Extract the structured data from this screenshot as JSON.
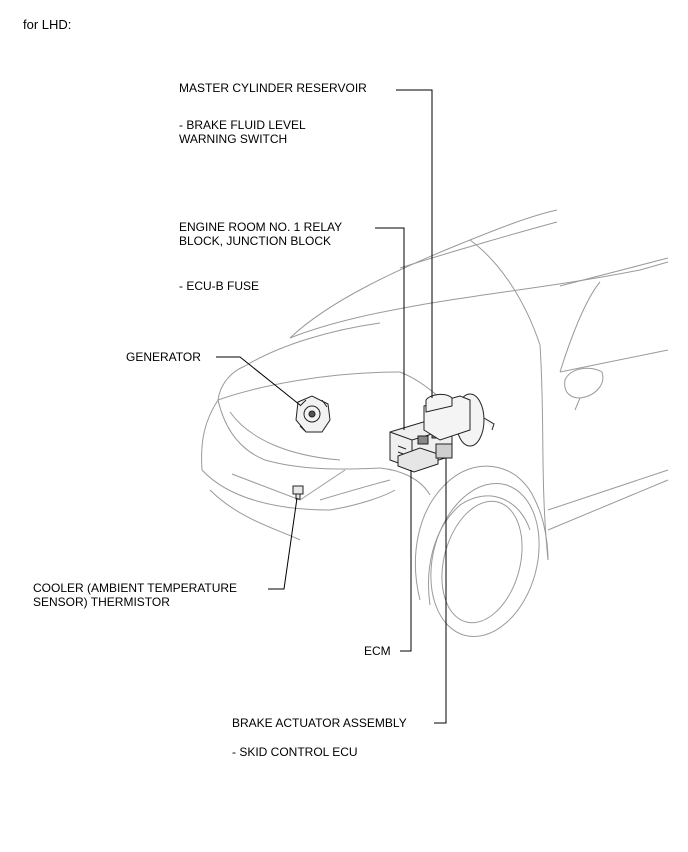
{
  "caption": "for LHD:",
  "labels": {
    "master_cylinder_reservoir": "MASTER CYLINDER RESERVOIR",
    "brake_fluid_line1": "- BRAKE FLUID LEVEL",
    "brake_fluid_line2": "WARNING SWITCH",
    "engine_room_line1": "ENGINE ROOM NO. 1 RELAY",
    "engine_room_line2": "BLOCK, JUNCTION BLOCK",
    "ecu_b_fuse": "- ECU-B FUSE",
    "generator": "GENERATOR",
    "cooler_line1": "COOLER (AMBIENT TEMPERATURE",
    "cooler_line2": "SENSOR) THERMISTOR",
    "ecm": "ECM",
    "brake_actuator": "BRAKE ACTUATOR ASSEMBLY",
    "skid_control": "- SKID CONTROL ECU"
  }
}
